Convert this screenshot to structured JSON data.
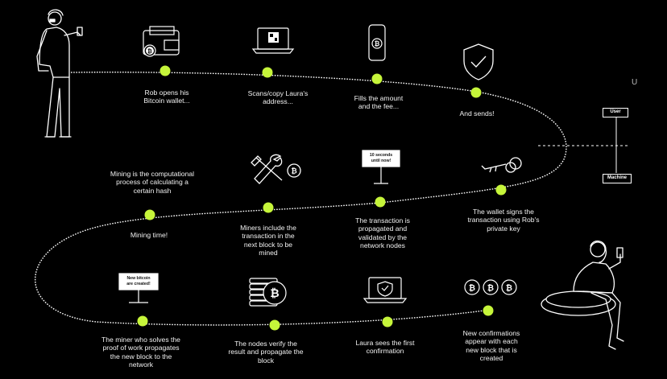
{
  "steps": [
    {
      "label": "Rob opens his\nBitcoin wallet...",
      "icon": "wallet-icon"
    },
    {
      "label": "Scans/copy Laura's\naddress...",
      "icon": "laptop-qr-icon"
    },
    {
      "label": "Fills the amount\nand the fee...",
      "icon": "phone-bitcoin-icon"
    },
    {
      "label": "And sends!",
      "icon": "shield-check-icon"
    },
    {
      "label": "The wallet signs the\ntransaction using Rob's\nprivate key",
      "icon": "keys-icon"
    },
    {
      "label": "The transaction is\npropagated and\nvalidated by the\nnetwork nodes",
      "icon": "sign-10-seconds-icon"
    },
    {
      "label": "Miners include the\ntransaction in the\nnext block to be\nmined",
      "icon": "tools-bitcoin-icon"
    },
    {
      "label": "Mining time!",
      "icon": ""
    },
    {
      "label": "The miner who solves the\nproof of work propagates\nthe new block to the\nnetwork",
      "icon": "sign-new-bitcoin-icon"
    },
    {
      "label": "The nodes verify the\nresult and propagate the\nblock",
      "icon": "coin-stack-icon"
    },
    {
      "label": "Laura sees the first\nconfirmation",
      "icon": "laptop-shield-icon"
    },
    {
      "label": "New confirmations\nappear with each\nnew block that is\ncreated",
      "icon": "three-coins-icon"
    }
  ],
  "note": "Mining is the computational\nprocess of calculating a\ncertain hash",
  "signs": {
    "ten_seconds": "10 seconds\nuntil now!",
    "new_bitcoin": "New bitcoin\nare created!"
  },
  "legend": {
    "user": "User",
    "machine": "Machine",
    "corner_glyph": "U"
  },
  "colors": {
    "background": "#000000",
    "path": "#ffffff",
    "node": "#c6f53a"
  }
}
